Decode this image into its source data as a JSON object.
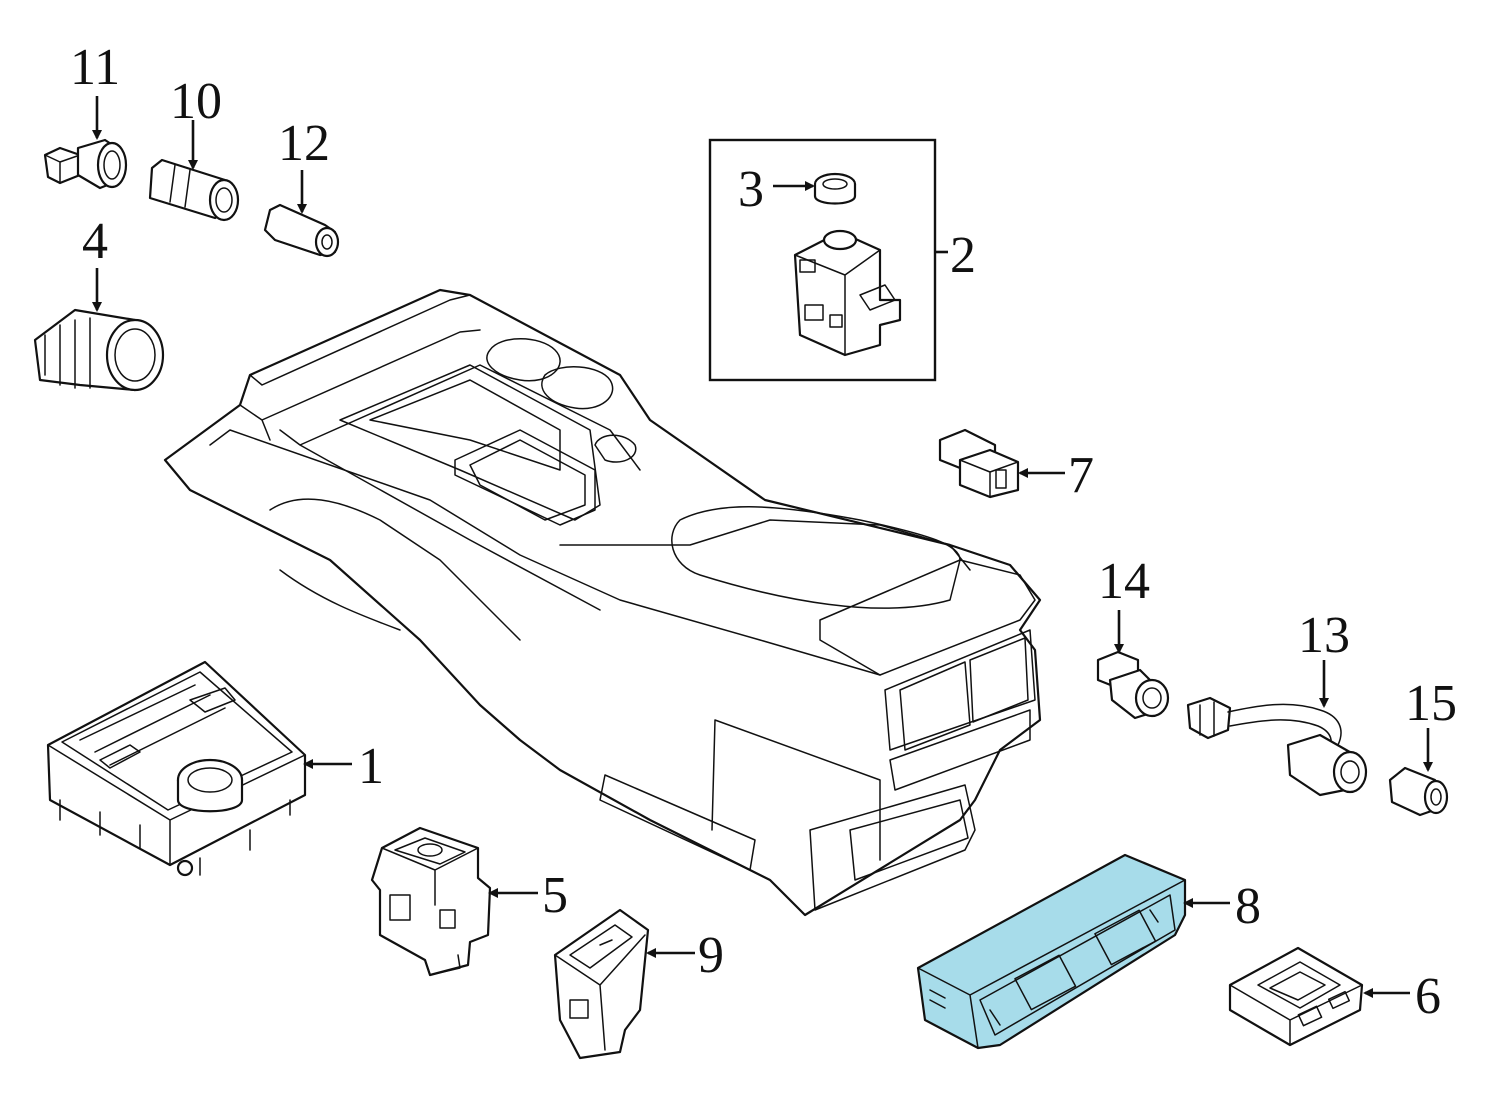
{
  "diagram": {
    "highlight_color": "#a7dcea",
    "callouts": {
      "c1": "1",
      "c2": "2",
      "c3": "3",
      "c4": "4",
      "c5": "5",
      "c6": "6",
      "c7": "7",
      "c8": "8",
      "c9": "9",
      "c10": "10",
      "c11": "11",
      "c12": "12",
      "c13": "13",
      "c14": "14",
      "c15": "15"
    },
    "highlighted_part": "8"
  }
}
